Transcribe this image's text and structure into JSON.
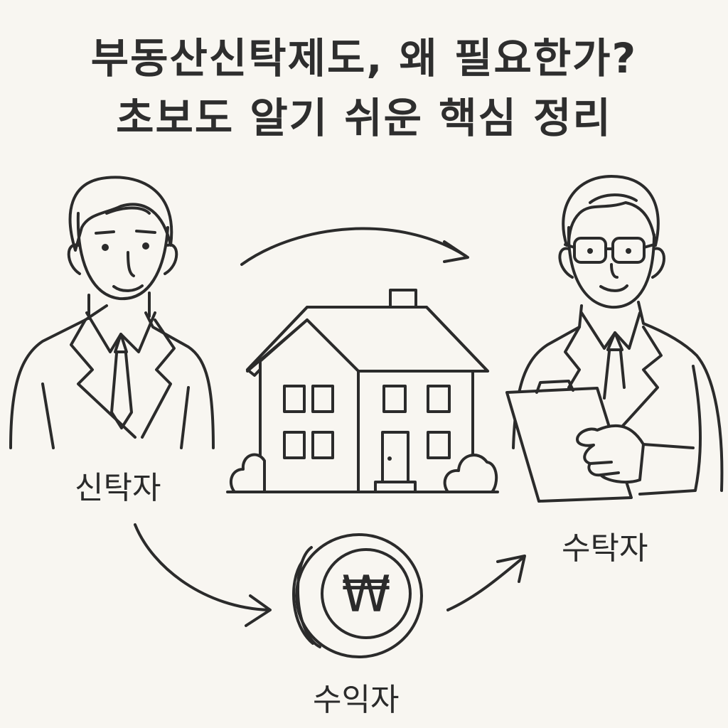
{
  "title": {
    "line1": "부동산신탁제도, 왜 필요한가?",
    "line2": "초보도 알기 쉬운 핵심 정리"
  },
  "roles": {
    "truster": "신탁자",
    "trustee": "수탁자",
    "beneficiary": "수익자"
  },
  "coin": {
    "symbol": "₩"
  },
  "colors": {
    "background": "#f8f6f1",
    "line": "#2b2b2b"
  }
}
